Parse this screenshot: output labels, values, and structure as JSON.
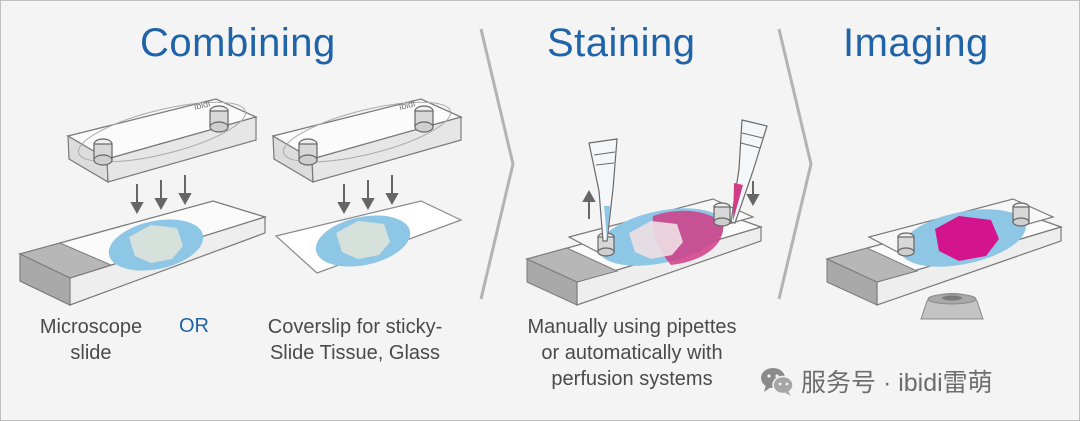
{
  "panels": [
    {
      "heading": "Combining"
    },
    {
      "heading": "Staining"
    },
    {
      "heading": "Imaging"
    }
  ],
  "captions": {
    "microscope_slide": [
      "Microscope",
      "slide"
    ],
    "or": "OR",
    "coverslip": [
      "Coverslip for sticky-",
      "Slide Tissue, Glass"
    ],
    "staining": [
      "Manually using pipettes",
      "or automatically with",
      "perfusion systems"
    ]
  },
  "watermark": {
    "icon": "wechat-icon",
    "text": "服务号 · ibidi雷萌"
  },
  "colors": {
    "heading": "#1f63a8",
    "tissue_blue": "#8ec7e6",
    "stain_pink": "#d13c86",
    "stain_magenta": "#d4148c"
  }
}
